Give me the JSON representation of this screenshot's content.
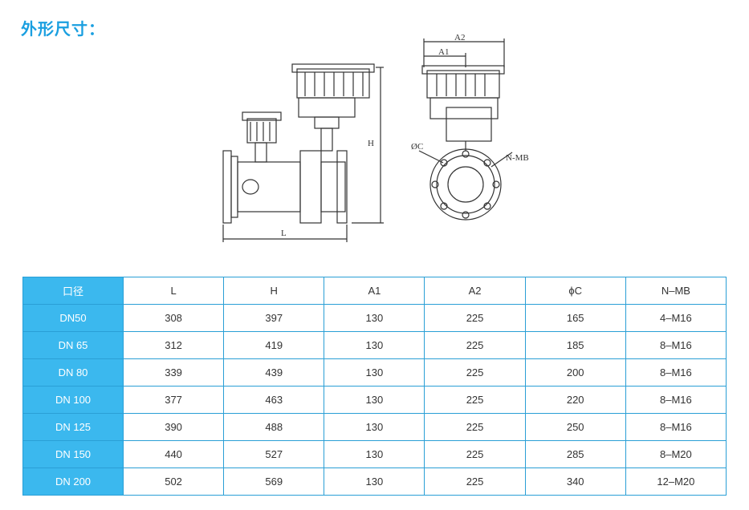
{
  "title": "外形尺寸：",
  "drawing": {
    "labels": {
      "A2": "A2",
      "A1": "A1",
      "H": "H",
      "L": "L",
      "C": "ØC",
      "NMB": "N-MB"
    }
  },
  "table": {
    "headers": [
      "口径",
      "L",
      "H",
      "A1",
      "A2",
      "ϕC",
      "N–MB"
    ],
    "rows": [
      [
        "DN50",
        "308",
        "397",
        "130",
        "225",
        "165",
        "4–M16"
      ],
      [
        "DN 65",
        "312",
        "419",
        "130",
        "225",
        "185",
        "8–M16"
      ],
      [
        "DN 80",
        "339",
        "439",
        "130",
        "225",
        "200",
        "8–M16"
      ],
      [
        "DN 100",
        "377",
        "463",
        "130",
        "225",
        "220",
        "8–M16"
      ],
      [
        "DN 125",
        "390",
        "488",
        "130",
        "225",
        "250",
        "8–M16"
      ],
      [
        "DN 150",
        "440",
        "527",
        "130",
        "225",
        "285",
        "8–M20"
      ],
      [
        "DN 200",
        "502",
        "569",
        "130",
        "225",
        "340",
        "12–M20"
      ]
    ]
  },
  "colors": {
    "accent": "#1a9fe0",
    "header_fill": "#3bb8ee",
    "border": "#2a9fd6"
  }
}
